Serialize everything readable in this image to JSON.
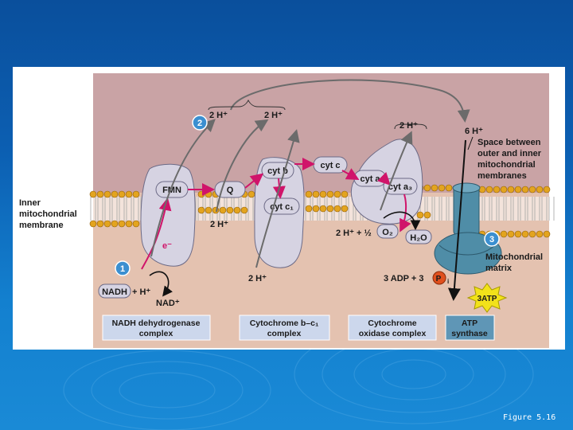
{
  "labels": {
    "inner_membrane": [
      "Inner",
      "mitochondrial",
      "membrane"
    ],
    "space_between": [
      "Space between",
      "outer and inner",
      "mitochondrial",
      "membranes"
    ],
    "matrix": [
      "Mitochondrial",
      "matrix"
    ],
    "top_h_left": "2 H⁺",
    "top_h_mid": "2 H⁺",
    "top_h_right": "2 H⁺",
    "six_h": "6 H⁺",
    "fmn": "FMN",
    "q": "Q",
    "cyt_b": "cyt b",
    "cyt_c1": "cyt c₁",
    "cyt_c": "cyt c",
    "cyt_a": "cyt a",
    "cyt_a3": "cyt a₃",
    "electron": "e⁻",
    "h_lower_mid": "2 H⁺",
    "h_matrix": "2 H⁺",
    "oxygen_eq": "2 H⁺ + ½",
    "o2": "O₂",
    "h2o": "H₂O",
    "nadh": "NADH",
    "plus_h": "+ H⁺",
    "nad": "NAD⁺",
    "adp": "3 ADP + 3",
    "pi": "P",
    "pi_sub": "i",
    "atp": "3ATP",
    "step1": "1",
    "step2": "2",
    "step3": "3"
  },
  "boxes": {
    "nadh_dh": [
      "NADH dehydrogenase",
      "complex"
    ],
    "cyt_bc1": [
      "Cytochrome b–c₁",
      "complex"
    ],
    "cyt_ox": [
      "Cytochrome",
      "oxidase complex"
    ],
    "atp_synthase": [
      "ATP",
      "synthase"
    ]
  },
  "caption": "Figure 5.16",
  "colors": {
    "background": "#0c5fb2",
    "space_region": "#c9a3a5",
    "matrix_region": "#e4c2b0",
    "protein": "#d6d3e2",
    "label_box": "#ccd7ec",
    "lipid_head": "#e3a41f",
    "arrow_red": "#d0146a",
    "step_circle": "#3b8fd0",
    "atp_burst": "#f2e21a",
    "synthase": "#4f8da7"
  }
}
